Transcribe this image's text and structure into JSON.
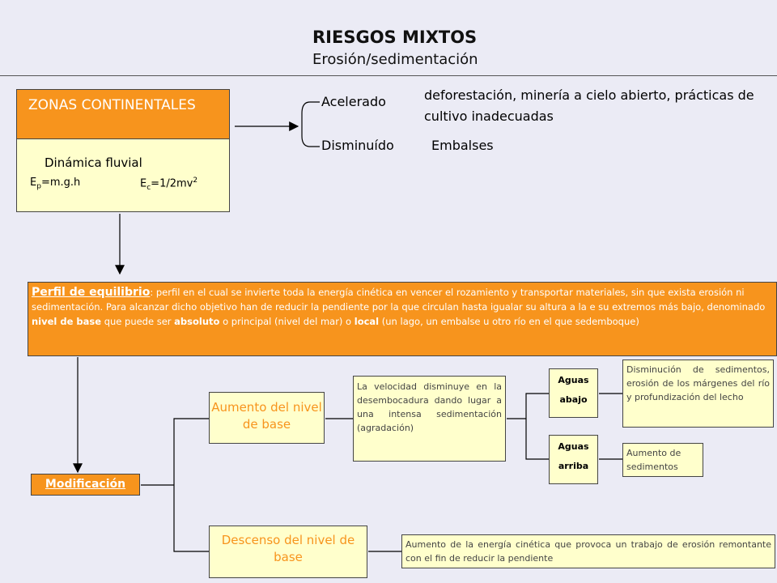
{
  "header": {
    "title": "RIESGOS MIXTOS",
    "subtitle": "Erosión/sedimentación"
  },
  "zonas": {
    "title": "ZONAS CONTINENTALES",
    "dinamica": "Dinámica fluvial",
    "ep_prefix": "E",
    "ep_sub": "p",
    "ep_suffix": "=m.g.h",
    "ec_prefix": "E",
    "ec_sub": "c",
    "ec_suffix": "=1/2mv",
    "ec_sup": "2"
  },
  "branches": {
    "acelerado": "Acelerado",
    "acelerado_desc": "deforestación, minería a cielo abierto, prácticas de cultivo inadecuadas",
    "disminuido": "Disminuído",
    "disminuido_desc": "Embalses"
  },
  "perfil": {
    "heading": "Perfil de equilibrio",
    "text_1": ": perfil en el cual se invierte toda la energía cinética en vencer el rozamiento y transportar materiales, sin que exista erosión ni sedimentación. Para alcanzar dicho objetivo han de reducir la pendiente por la que circulan hasta igualar su altura a la e su extremos más bajo, denominado ",
    "nivel_base": "nivel de base",
    "text_2": " que puede ser ",
    "absoluto": "absoluto",
    "text_3": " o principal (nivel del mar) o ",
    "local": "local",
    "text_4": " (un lago, un embalse u otro río en el que sedemboque)"
  },
  "modificacion": "Modificación",
  "aumento": {
    "title": "Aumento del nivel de base",
    "velocidad": "La velocidad disminuye en la desembocadura dando lugar a una intensa sedimentación (agradación)",
    "aguas_abajo_1": "Aguas",
    "aguas_abajo_2": "abajo",
    "aguas_arriba_1": "Aguas",
    "aguas_arriba_2": "arriba",
    "abajo_desc": "Disminución de sedimentos, erosión de los márgenes del río y profundización del lecho",
    "arriba_desc": "Aumento de sedimentos"
  },
  "descenso": {
    "title": "Descenso del nivel de base",
    "desc": "Aumento de la energía cinética que provoca un trabajo de erosión remontante con el fin de reducir la pendiente"
  },
  "colors": {
    "orange": "#f7941d",
    "cream": "#ffffcc",
    "background": "#ebebf5"
  }
}
